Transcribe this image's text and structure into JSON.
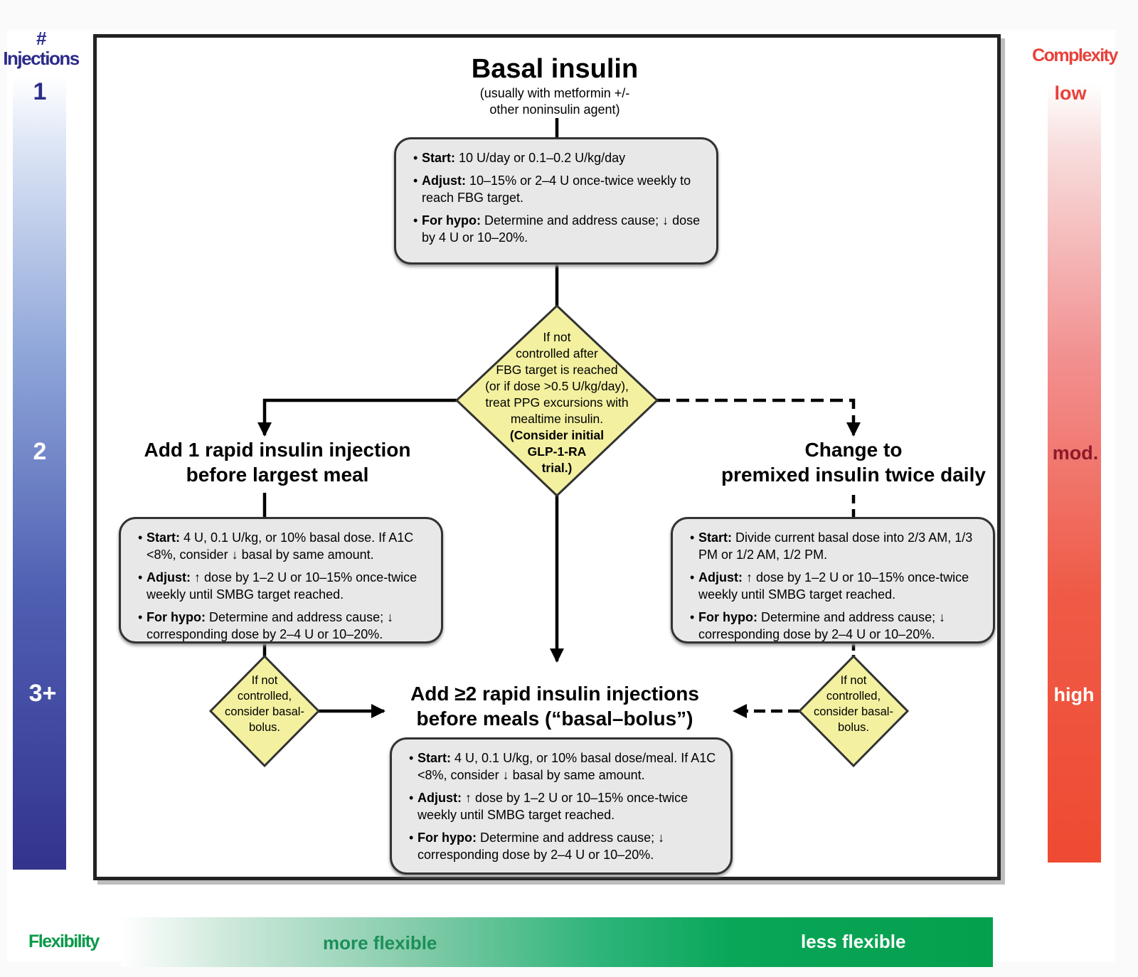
{
  "side": {
    "injections_hash": "#",
    "injections_title": "Injections",
    "injections_levels": [
      "1",
      "2",
      "3+"
    ],
    "complexity_title": "Complexity",
    "complexity_levels": [
      "low",
      "mod.",
      "high"
    ],
    "flexibility_title": "Flexibility",
    "flexibility_levels": [
      "more flexible",
      "less flexible"
    ]
  },
  "colors": {
    "injections": "#2b2c8a",
    "complexity": "#e8413a",
    "flexibility": "#0a9a4a",
    "box_fill": "#e8e8e8",
    "diamond_fill": "#f3f1a0"
  },
  "basal": {
    "title": "Basal insulin",
    "subtitle_line1": "(usually with metformin +/-",
    "subtitle_line2": "other noninsulin agent)",
    "start_label": "Start:",
    "start_text": "10 U/day or 0.1–0.2 U/kg/day",
    "adjust_label": "Adjust:",
    "adjust_text": "10–15% or 2–4 U once-twice weekly to reach FBG target.",
    "hypo_label": "For hypo:",
    "hypo_text": "Determine and address cause; ↓ dose by 4 U or 10–20%."
  },
  "center_decision": {
    "lines": [
      "If not",
      "controlled after",
      "FBG target is reached",
      "(or if dose >0.5 U/kg/day),",
      "treat PPG excursions with",
      "mealtime insulin."
    ],
    "bold_lines": [
      "(Consider initial",
      "GLP-1-RA",
      "trial.)"
    ]
  },
  "left_option": {
    "title_line1": "Add 1 rapid insulin injection",
    "title_line2": "before largest meal",
    "start_label": "Start:",
    "start_text": "4 U, 0.1 U/kg, or 10% basal dose. If A1C <8%, consider ↓ basal by same amount.",
    "adjust_label": "Adjust:",
    "adjust_text": "↑ dose by 1–2 U or 10–15% once-twice weekly until SMBG target reached.",
    "hypo_label": "For hypo:",
    "hypo_text": "Determine and address cause; ↓ corresponding dose by 2–4 U or 10–20%."
  },
  "right_option": {
    "title_line1": "Change to",
    "title_line2": "premixed insulin twice daily",
    "start_label": "Start:",
    "start_text": "Divide current basal dose into 2/3 AM, 1/3 PM or 1/2 AM, 1/2 PM.",
    "adjust_label": "Adjust:",
    "adjust_text": "↑ dose by 1–2 U or 10–15% once-twice weekly until SMBG target reached.",
    "hypo_label": "For hypo:",
    "hypo_text": "Determine and address cause; ↓ corresponding dose by 2–4 U or 10–20%."
  },
  "left_decision": {
    "lines": [
      "If not",
      "controlled,",
      "consider basal-",
      "bolus."
    ]
  },
  "right_decision": {
    "lines": [
      "If not",
      "controlled,",
      "consider basal-",
      "bolus."
    ]
  },
  "basal_bolus": {
    "title_line1": "Add ≥2 rapid insulin injections",
    "title_line2": "before meals (“basal–bolus”)",
    "start_label": "Start:",
    "start_text": "4 U, 0.1 U/kg, or 10% basal dose/meal. If A1C <8%, consider ↓ basal by same amount.",
    "adjust_label": "Adjust:",
    "adjust_text": "↑ dose by 1–2 U or 10–15% once-twice weekly until SMBG target reached.",
    "hypo_label": "For hypo:",
    "hypo_text": "Determine and address cause; ↓ corresponding dose by 2–4 U or 10–20%."
  }
}
